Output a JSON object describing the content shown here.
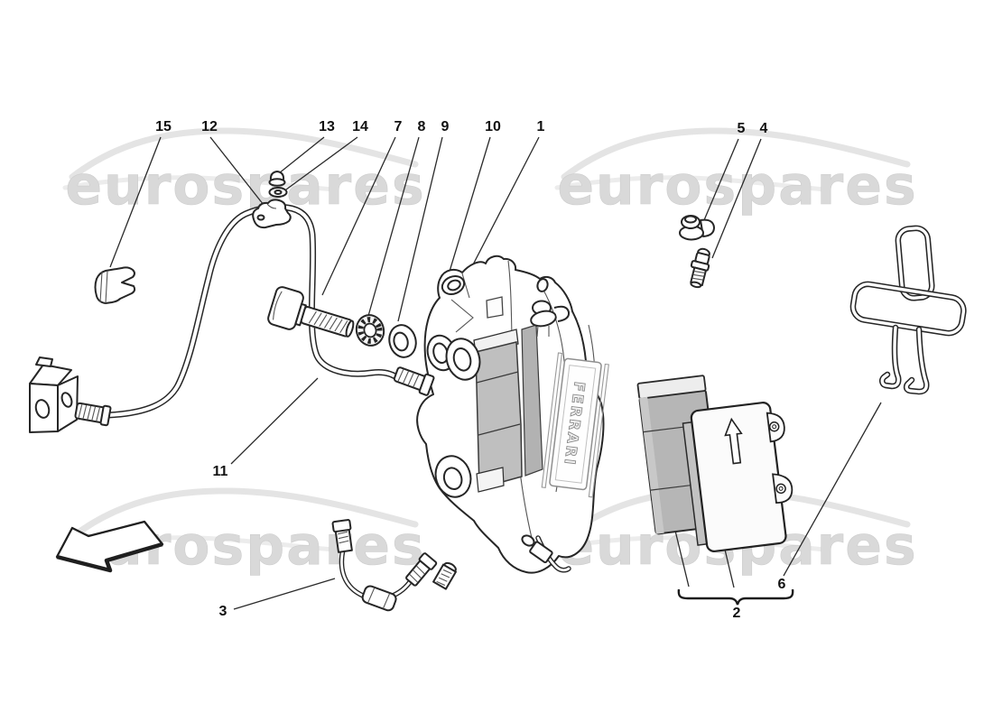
{
  "diagram": {
    "watermark_text": "eurospares",
    "caliper_logo_text": "FERRARI",
    "arrows": {
      "reference_arrow_direction": "left",
      "pad_direction_arrow": "up"
    },
    "callouts": [
      {
        "number": "15"
      },
      {
        "number": "12"
      },
      {
        "number": "13"
      },
      {
        "number": "14"
      },
      {
        "number": "7"
      },
      {
        "number": "8"
      },
      {
        "number": "9"
      },
      {
        "number": "10"
      },
      {
        "number": "1"
      },
      {
        "number": "5"
      },
      {
        "number": "4"
      },
      {
        "number": "11"
      },
      {
        "number": "3"
      },
      {
        "number": "2"
      },
      {
        "number": "6"
      }
    ],
    "colors": {
      "background": "#ffffff",
      "line_art": "#262626",
      "watermark": "#d9d9d9",
      "pad_shading": "#b9b9b9"
    }
  }
}
